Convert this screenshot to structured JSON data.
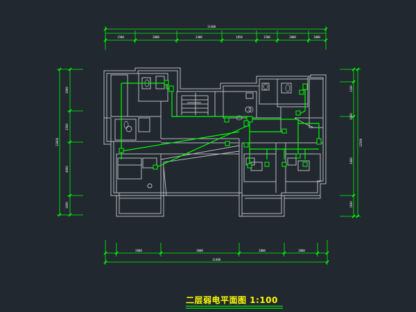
{
  "title": "二层弱电平面图   1:100",
  "dimensions": {
    "top_total": "11400",
    "top_segments": [
      "1500",
      "2000",
      "2400",
      "1850",
      "1500",
      "2000",
      "1000"
    ],
    "bottom_total": "11400",
    "bottom_segments": [
      "2000",
      "3000",
      "2000",
      "2000"
    ],
    "left_total": "13000",
    "left_segments": [
      "3000",
      "2500",
      "4000",
      "1600"
    ],
    "right_total": "12500",
    "right_segments": [
      "1100",
      "3000",
      "3400",
      "1600"
    ]
  },
  "colors": {
    "background": "#212830",
    "walls": "#b8bcc0",
    "dimensions": "#00ff00",
    "wiring": "#00ff00",
    "title": "#ffff00"
  }
}
